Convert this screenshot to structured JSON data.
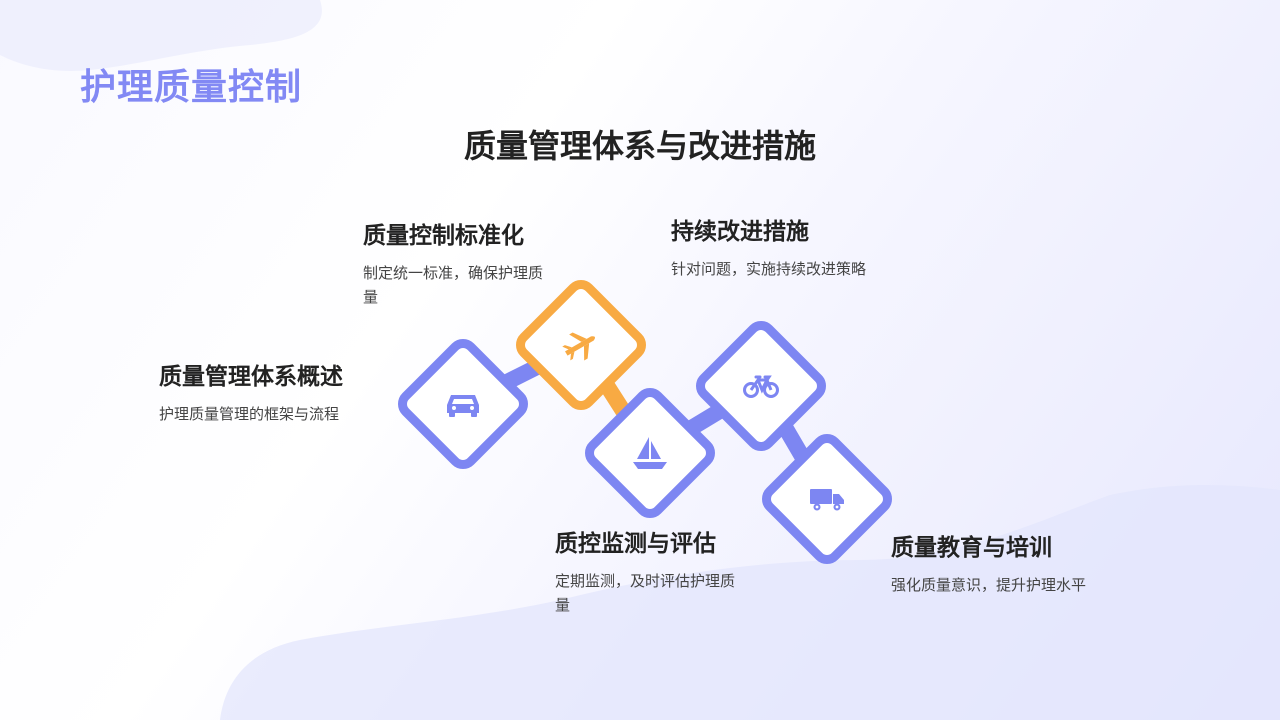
{
  "header": {
    "title": "护理质量控制"
  },
  "main": {
    "heading": "质量管理体系与改进措施"
  },
  "items": [
    {
      "title": "质量管理体系概述",
      "description": "护理质量管理的框架与流程",
      "icon": "car-icon",
      "color": "#7d86f2"
    },
    {
      "title": "质量控制标准化",
      "description": "制定统一标准，确保护理质量",
      "icon": "airplane-icon",
      "color": "#f8aa43"
    },
    {
      "title": "质控监测与评估",
      "description": "定期监测，及时评估护理质量",
      "icon": "sailboat-icon",
      "color": "#7d86f2"
    },
    {
      "title": "持续改进措施",
      "description": "针对问题，实施持续改进策略",
      "icon": "bicycle-icon",
      "color": "#7d86f2"
    },
    {
      "title": "质量教育与培训",
      "description": "强化质量意识，提升护理水平",
      "icon": "truck-icon",
      "color": "#7d86f2"
    }
  ],
  "colors": {
    "accent": "#7d86f2",
    "highlight": "#f8aa43",
    "title": "#8289f4"
  }
}
